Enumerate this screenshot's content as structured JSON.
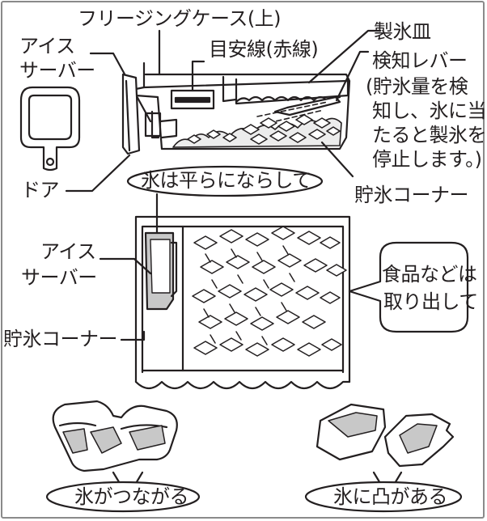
{
  "labels": {
    "freezing_case": "フリージングケース(上)",
    "ice_tray": "製氷皿",
    "ice_server_1": "アイス",
    "ice_server_2": "サーバー",
    "guide_line": "目安線(赤線)",
    "detect_lever": "検知レバー",
    "lever_note_1": "(貯氷量を検",
    "lever_note_2": "知し、氷に当",
    "lever_note_3": "たると製氷を",
    "lever_note_4": "停止します。)",
    "door": "ドア",
    "storage_corner": "貯氷コーナー",
    "ice_server_b1": "アイス",
    "ice_server_b2": "サーバー",
    "storage_corner_b": "貯氷コーナー"
  },
  "callouts": {
    "flatten": "氷は平らにならして",
    "remove_food_1": "食品などは",
    "remove_food_2": "取り出して",
    "joined": "氷がつながる",
    "bumpy": "氷に凸がある"
  },
  "colors": {
    "line": "#231f20",
    "gray": "#c8c8c8",
    "dark_gray": "#8a8a8a"
  }
}
